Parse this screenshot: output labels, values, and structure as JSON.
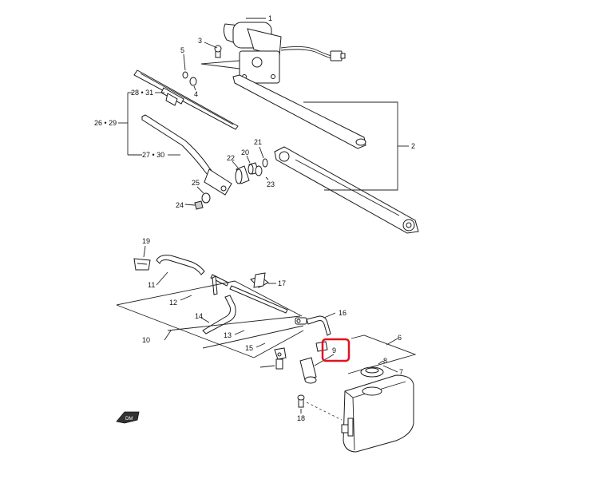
{
  "callouts": {
    "c1": "1",
    "c2": "2",
    "c3": "3",
    "c4": "4",
    "c5": "5",
    "c6": "6",
    "c7": "7",
    "c8": "8",
    "c9": "9",
    "c10": "10",
    "c11": "11",
    "c12": "12",
    "c13": "13",
    "c14": "14",
    "c15": "15",
    "c16": "16",
    "c17": "17",
    "c18": "18",
    "c19": "19",
    "c20": "20",
    "c21": "21",
    "c22": "22",
    "c23": "23",
    "c24": "24",
    "c25": "25",
    "c2631": "28 • 31",
    "c2629": "26 • 29",
    "c2730": "27 • 30"
  },
  "direction_badge": "DM",
  "highlight_color": "#e0141e"
}
